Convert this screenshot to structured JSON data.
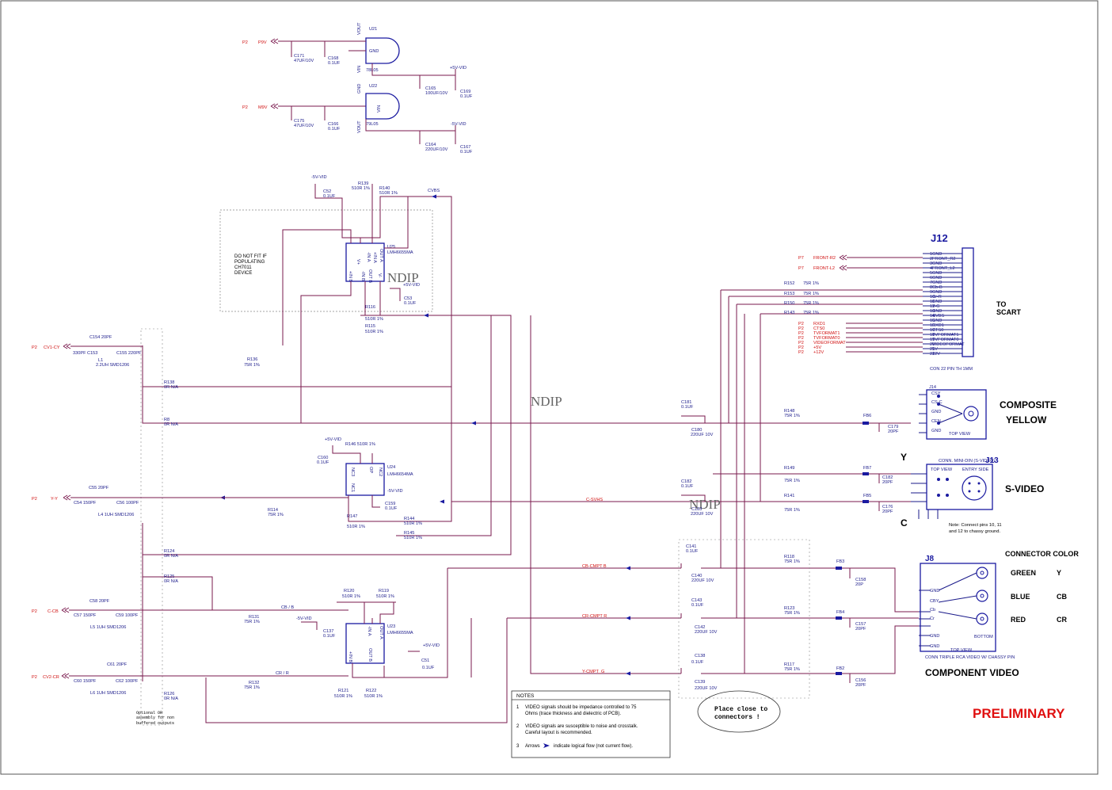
{
  "title": "PRELIMINARY",
  "colors": {
    "wire": "#7a1a4e",
    "part": "#1a1a8a",
    "net": "#d01010",
    "title": "#e01010"
  },
  "power_nets": [
    {
      "sheet": "P2",
      "name": "P9V"
    },
    {
      "sheet": "P2",
      "name": "M9V"
    }
  ],
  "regulators": [
    {
      "ref": "U21",
      "part": "78L05",
      "pins": [
        "VOUT",
        "GND",
        "VIN"
      ]
    },
    {
      "ref": "U22",
      "part": "79L05",
      "pins": [
        "GND",
        "VIN",
        "VOUT"
      ]
    }
  ],
  "rails": {
    "pos": "+5V-VID",
    "neg": "-5V-VID"
  },
  "caps_power": [
    {
      "ref": "C171",
      "val": "47UF/10V"
    },
    {
      "ref": "C168",
      "val": "0.1UF"
    },
    {
      "ref": "C165",
      "val": "100UF/10V"
    },
    {
      "ref": "C169",
      "val": "0.1UF"
    },
    {
      "ref": "C175",
      "val": "47UF/10V"
    },
    {
      "ref": "C166",
      "val": "0.1UF"
    },
    {
      "ref": "C164",
      "val": "220UF/10V"
    },
    {
      "ref": "C167",
      "val": "0.1UF"
    }
  ],
  "notes_dnf": [
    "DO NOT FIT IF",
    "POPULATING",
    "CH7011",
    "DEVICE"
  ],
  "ndip": "NDIP",
  "opamps": [
    {
      "ref": "U25",
      "part": "LMH6655MA"
    },
    {
      "ref": "U24",
      "part": "LMH6654MA"
    },
    {
      "ref": "U23",
      "part": "LMH6655MA"
    }
  ],
  "opamp_pins": {
    "inb": "-IN B",
    "ina": "-IN A",
    "ina_p": "+IN A",
    "inb_p": "+IN B",
    "outa": "OUT A",
    "outb": "OUT B",
    "vp": "V+",
    "vm": "V-",
    "nc1": "NC1",
    "nc2": "NC2",
    "nc3": "NC3",
    "op": "OP"
  },
  "inputs": [
    {
      "sheet": "P2",
      "net": "CV1-CY"
    },
    {
      "sheet": "P2",
      "net": "Y-Y"
    },
    {
      "sheet": "P2",
      "net": "C-CB"
    },
    {
      "sheet": "P2",
      "net": "CV2-CR"
    }
  ],
  "filter_parts": {
    "c154": "C154 20PF",
    "c153": "330PF C153",
    "l1": "L1",
    "l1v": "2.2UH SMD1206",
    "c155": "C155 220PF",
    "c55": "C55 20PF",
    "c54": "C54 150PF",
    "l4": "L4 1UH SMD1206",
    "c56": "C56 100PF",
    "c58": "C58 20PF",
    "c57": "C57 150PF",
    "l5": "L5 1UH SMD1206",
    "c59": "C59 100PF",
    "c61": "C61 20PF",
    "c60": "C60 150PF",
    "l6": "L6 1UH SMD1206",
    "c62": "C62 100PF"
  },
  "resistors": {
    "r139": "R139",
    "r139v": "510R 1%",
    "r140": "R140",
    "r140v": "510R 1%",
    "r116": "R116",
    "r116v": "510R 1%",
    "r115": "R115",
    "r115v": "510R 1%",
    "r136": "R136",
    "r136v": "75R 1%",
    "r138": "R138",
    "r138v": "0R N/A",
    "r8": "R8",
    "r8v": "0R N/A",
    "r146": "R146 510R 1%",
    "r114": "R114",
    "r114v": "75R 1%",
    "r147": "R147",
    "r147v": "510R 1%",
    "r144": "R144",
    "r144v": "510R 1%",
    "r145": "R145",
    "r145v": "510R 1%",
    "r124": "R124",
    "r124v": "0R N/A",
    "r125": "R125",
    "r125v": "0R N/A",
    "r120": "R120",
    "r120v": "510R 1%",
    "r119": "R119",
    "r119v": "510R 1%",
    "r131": "R131",
    "r131v": "75R 1%",
    "r132": "R132",
    "r132v": "75R 1%",
    "r121": "R121",
    "r121v": "510R 1%",
    "r122": "R122",
    "r122v": "510R 1%",
    "r126": "R126",
    "r126v": "0R N/A",
    "r152": "R152",
    "r153": "R153",
    "r150": "R150",
    "r143": "R143",
    "r75": "75R 1%",
    "r148": "R148",
    "r148v": "75R 1%",
    "r149": "R149",
    "r149v": "75R 1%",
    "r141": "R141",
    "r141v": "75R 1%",
    "r118": "R118",
    "r118v": "75R 1%",
    "r123": "R123",
    "r123v": "75R 1%",
    "r117": "R117",
    "r117v": "75R 1%"
  },
  "misc_caps": {
    "c52": "C52",
    "c52v": "0.1UF",
    "c53": "C53",
    "c53v": "0.1UF",
    "c160": "C160",
    "c160v": "0.1UF",
    "c159": "C159",
    "c159v": "0.1UF",
    "c137": "C137",
    "c137v": "0.1UF",
    "c51": "C51",
    "c51v": "0.1UF",
    "c181": "C181",
    "c181v": "0.1UF",
    "c180": "C180",
    "c180v": "220UF 10V",
    "c182c": "C182",
    "c182v": "0.1UF",
    "c183": "C183",
    "c183v": "220UF 10V",
    "c141": "C141",
    "c141v": "0.1UF",
    "c140": "C140",
    "c140v": "220UF 10V",
    "c143": "C143",
    "c143v": "0.1UF",
    "c142": "C142",
    "c142v": "220UF 10V",
    "c138": "C138",
    "c138v": "0.1UF",
    "c139": "C139",
    "c139v": "220UF 10V",
    "c179": "C179",
    "c179v": "20PF",
    "c182": "C182",
    "c182b": "20PF",
    "c176": "C176",
    "c176v": "20PF",
    "c158": "C158",
    "c158v": "20P",
    "c157": "C157",
    "c157v": "20PF",
    "c156": "C156",
    "c156v": "20PF"
  },
  "nets": {
    "cvbs": "CVBS",
    "csvhs": "C-SVHS",
    "cbcmptb": "CB-CMPT B",
    "crcmptr": "CR-CMPT R",
    "ycmptg": "Y-CMPT_G",
    "cbb": "CB / B",
    "crr": "CR / R"
  },
  "ferrites": [
    "FB6",
    "FB7",
    "FB5",
    "FB3",
    "FB4",
    "FB2"
  ],
  "j12": {
    "ref": "J12",
    "footprint": "CON 22 PIN TH 1MM",
    "dest": [
      "TO",
      "SCART"
    ],
    "pins": [
      "GND",
      "FRONT_R2",
      "GND",
      "FRONT_L2",
      "GND",
      "GND",
      "GND",
      "Cb-B",
      "GND",
      "Cr-R",
      "GND",
      "Y-G",
      "GND",
      "CVBS",
      "GND",
      "RXD1",
      "CTS0",
      "TVFORMAT1",
      "TVFORMAT0",
      "VIDEOFORMAT",
      "5V",
      "12V"
    ],
    "ext": [
      {
        "sheet": "P7",
        "net": "FRONT-R2"
      },
      {
        "sheet": "P7",
        "net": "FRONT-L2"
      }
    ],
    "ctrl": [
      {
        "sheet": "P2",
        "net": "RXD1"
      },
      {
        "sheet": "P2",
        "net": "CTS0"
      },
      {
        "sheet": "P2",
        "net": "TVFORMAT1"
      },
      {
        "sheet": "P2",
        "net": "TVFORMAT0"
      },
      {
        "sheet": "P2",
        "net": "VIDEOFORMAT"
      },
      {
        "sheet": "P2",
        "net": "+5V"
      },
      {
        "sheet": "P2",
        "net": "+12V"
      }
    ]
  },
  "j14": {
    "ref": "J14",
    "pins": [
      "CSY",
      "CS-C",
      "GND",
      "CEN",
      "GND"
    ],
    "view": "TOP VIEW",
    "label": [
      "COMPOSITE",
      "YELLOW"
    ]
  },
  "j13": {
    "ref": "J13",
    "desc": "CONN. MINI-DIN (S-VIDEO)",
    "label": "S-VIDEO",
    "topview": "TOP VIEW",
    "entry": "ENTRY SIDE",
    "y": "Y",
    "c": "C",
    "note": [
      "Note: Connect pins 10, 11",
      "and 12 to chassy ground."
    ]
  },
  "j8": {
    "ref": "J8",
    "desc": "CONN TRIPLE RCA VIDEO W/ CHASSY PIN",
    "label": "COMPONENT VIDEO",
    "pins": [
      "GND",
      "CBY",
      "Cb",
      "Cr",
      "GND",
      "GND"
    ],
    "topview": "TOP VIEW",
    "bottom": "BOTTOM"
  },
  "connector_color": {
    "title": "CONNECTOR COLOR",
    "rows": [
      [
        "GREEN",
        "Y"
      ],
      [
        "BLUE",
        "CB"
      ],
      [
        "RED",
        "CR"
      ]
    ]
  },
  "notes": {
    "title": "NOTES",
    "items": [
      {
        "num": "1",
        "text": [
          "VIDEO signals should be impedance controlled to 75",
          "Ohms (trace thickness and dielectric of PCB)."
        ]
      },
      {
        "num": "2",
        "text": [
          "VIDEO signals are susceptible to noise and crosstalk.",
          "Careful layout is recommended."
        ]
      },
      {
        "num": "3",
        "text": [
          "Arrows",
          "indicate logical flow (not current flow)."
        ]
      }
    ]
  },
  "callout": [
    "Place close to",
    "connectors !"
  ],
  "optional_note": [
    "Optional OR",
    "assembly for non",
    "buffered outputs"
  ]
}
